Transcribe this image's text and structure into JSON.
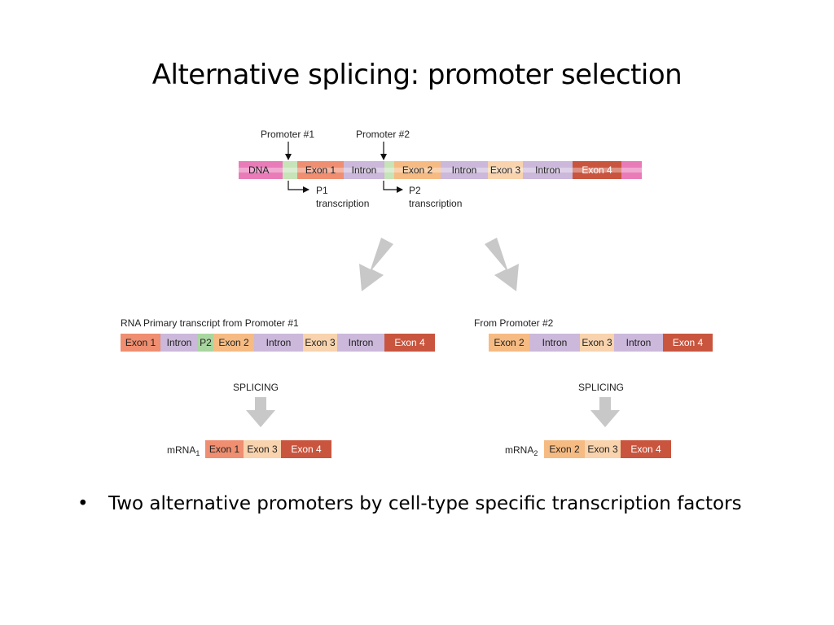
{
  "slide": {
    "title": "Alternative splicing: promoter selection",
    "bullet": "Two alternative promoters by cell-type specific transcription factors"
  },
  "colors": {
    "dna_end": "#e97bb8",
    "promoter": "#c7e3b8",
    "exon1": "#ef8e70",
    "intron": "#cbb8da",
    "exon2": "#f6bb82",
    "exon3": "#f8d3ad",
    "exon4": "#c9553e",
    "p2": "#a9d6a0",
    "gray_arrow": "#c8c8c8"
  },
  "diagram": {
    "promoter1_label": "Promoter #1",
    "promoter2_label": "Promoter #2",
    "dna": {
      "segments": [
        {
          "label": "DNA",
          "type": "dna"
        },
        {
          "label": "",
          "type": "promoter"
        },
        {
          "label": "Exon 1",
          "type": "exon1"
        },
        {
          "label": "Intron",
          "type": "intron"
        },
        {
          "label": "",
          "type": "promoter"
        },
        {
          "label": "Exon 2",
          "type": "exon2"
        },
        {
          "label": "Intron",
          "type": "intron"
        },
        {
          "label": "Exon 3",
          "type": "exon3"
        },
        {
          "label": "Intron",
          "type": "intron"
        },
        {
          "label": "Exon 4",
          "type": "exon4"
        },
        {
          "label": "",
          "type": "dna"
        }
      ]
    },
    "p1_label": "P1",
    "p1_sub": "transcription",
    "p2_label": "P2",
    "p2_sub": "transcription",
    "left": {
      "heading": "RNA Primary transcript from Promoter #1",
      "segments": [
        {
          "label": "Exon 1",
          "type": "exon1"
        },
        {
          "label": "Intron",
          "type": "intron"
        },
        {
          "label": "P2",
          "type": "p2"
        },
        {
          "label": "Exon 2",
          "type": "exon2"
        },
        {
          "label": "Intron",
          "type": "intron"
        },
        {
          "label": "Exon 3",
          "type": "exon3"
        },
        {
          "label": "Intron",
          "type": "intron"
        },
        {
          "label": "Exon 4",
          "type": "exon4"
        }
      ],
      "splicing": "SPLICING",
      "mrna_label": "mRNA",
      "mrna_sub": "1",
      "mrna_segments": [
        {
          "label": "Exon 1",
          "type": "exon1"
        },
        {
          "label": "Exon 3",
          "type": "exon3"
        },
        {
          "label": "Exon 4",
          "type": "exon4"
        }
      ]
    },
    "right": {
      "heading": "From Promoter #2",
      "segments": [
        {
          "label": "Exon 2",
          "type": "exon2"
        },
        {
          "label": "Intron",
          "type": "intron"
        },
        {
          "label": "Exon 3",
          "type": "exon3"
        },
        {
          "label": "Intron",
          "type": "intron"
        },
        {
          "label": "Exon 4",
          "type": "exon4"
        }
      ],
      "splicing": "SPLICING",
      "mrna_label": "mRNA",
      "mrna_sub": "2",
      "mrna_segments": [
        {
          "label": "Exon 2",
          "type": "exon2"
        },
        {
          "label": "Exon 3",
          "type": "exon3"
        },
        {
          "label": "Exon 4",
          "type": "exon4"
        }
      ]
    }
  }
}
